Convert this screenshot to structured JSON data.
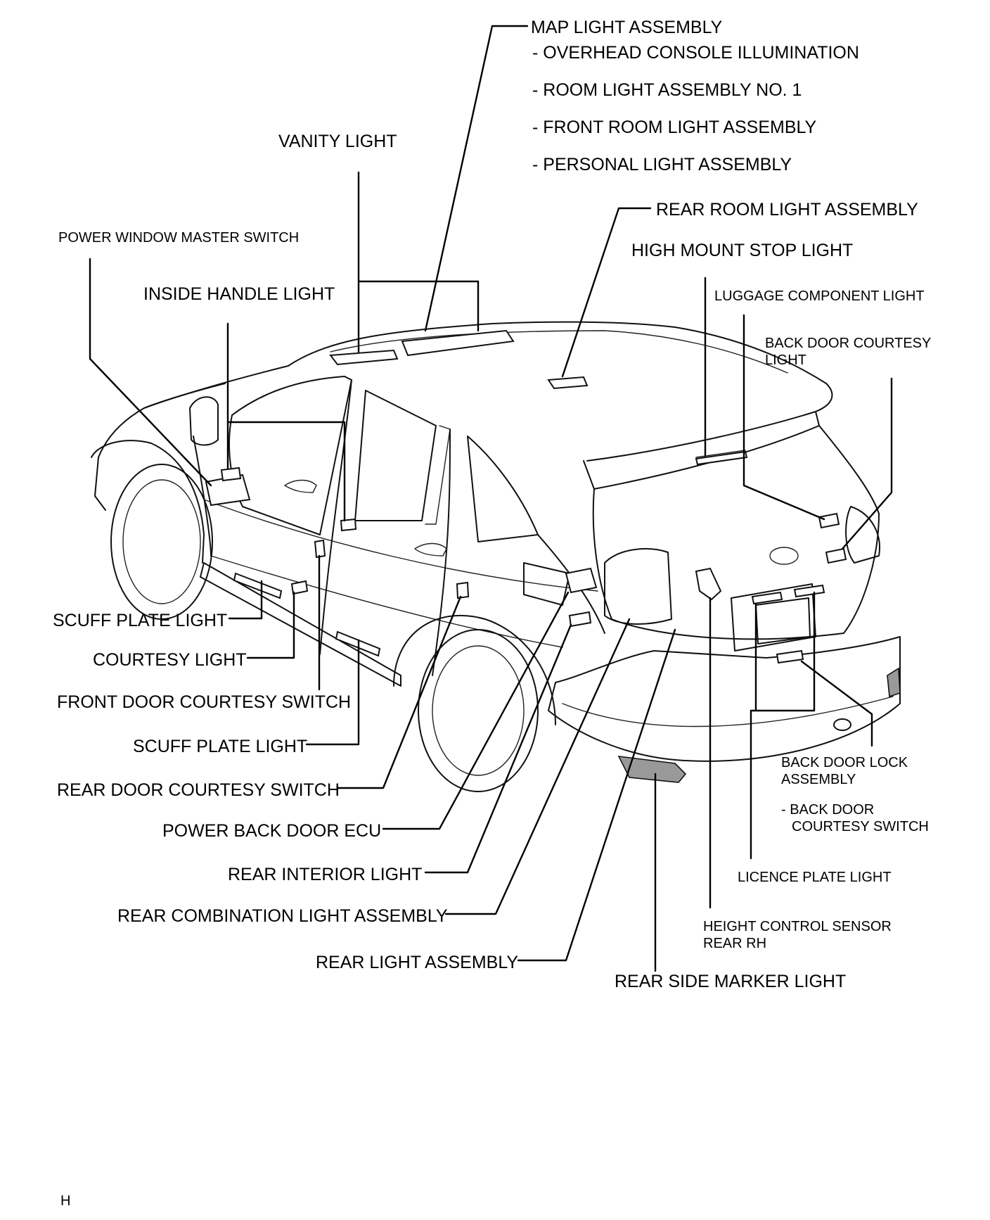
{
  "labels": {
    "map_light": "MAP LIGHT ASSEMBLY",
    "overhead_console": "- OVERHEAD CONSOLE ILLUMINATION",
    "room_light_1": "- ROOM LIGHT ASSEMBLY NO. 1",
    "front_room_light": "- FRONT ROOM LIGHT ASSEMBLY",
    "personal_light": "- PERSONAL LIGHT ASSEMBLY",
    "vanity_light": "VANITY LIGHT",
    "rear_room_light": "REAR ROOM LIGHT ASSEMBLY",
    "high_mount_stop": "HIGH MOUNT STOP LIGHT",
    "power_window_master": "POWER WINDOW MASTER SWITCH",
    "inside_handle_light": "INSIDE HANDLE LIGHT",
    "luggage_component": "LUGGAGE COMPONENT LIGHT",
    "back_door_courtesy_l1": "BACK DOOR COURTESY",
    "back_door_courtesy_l2": "LIGHT",
    "scuff_plate_1": "SCUFF PLATE LIGHT",
    "courtesy_light": "COURTESY LIGHT",
    "front_door_courtesy_switch": "FRONT DOOR COURTESY SWITCH",
    "scuff_plate_2": "SCUFF PLATE LIGHT",
    "rear_door_courtesy_switch": "REAR DOOR COURTESY SWITCH",
    "power_back_door_ecu": "POWER BACK DOOR ECU",
    "rear_interior_light": "REAR INTERIOR LIGHT",
    "rear_combination_light": "REAR COMBINATION LIGHT ASSEMBLY",
    "rear_light_assembly": "REAR LIGHT ASSEMBLY",
    "rear_side_marker": "REAR SIDE MARKER LIGHT",
    "back_door_lock_l1": "BACK DOOR LOCK",
    "back_door_lock_l2": "ASSEMBLY",
    "back_door_switch_l1": "- BACK DOOR",
    "back_door_switch_l2": "COURTESY SWITCH",
    "licence_plate_light": "LICENCE PLATE LIGHT",
    "height_sensor_l1": "HEIGHT CONTROL SENSOR",
    "height_sensor_l2": "REAR RH"
  },
  "corner_mark": "H"
}
